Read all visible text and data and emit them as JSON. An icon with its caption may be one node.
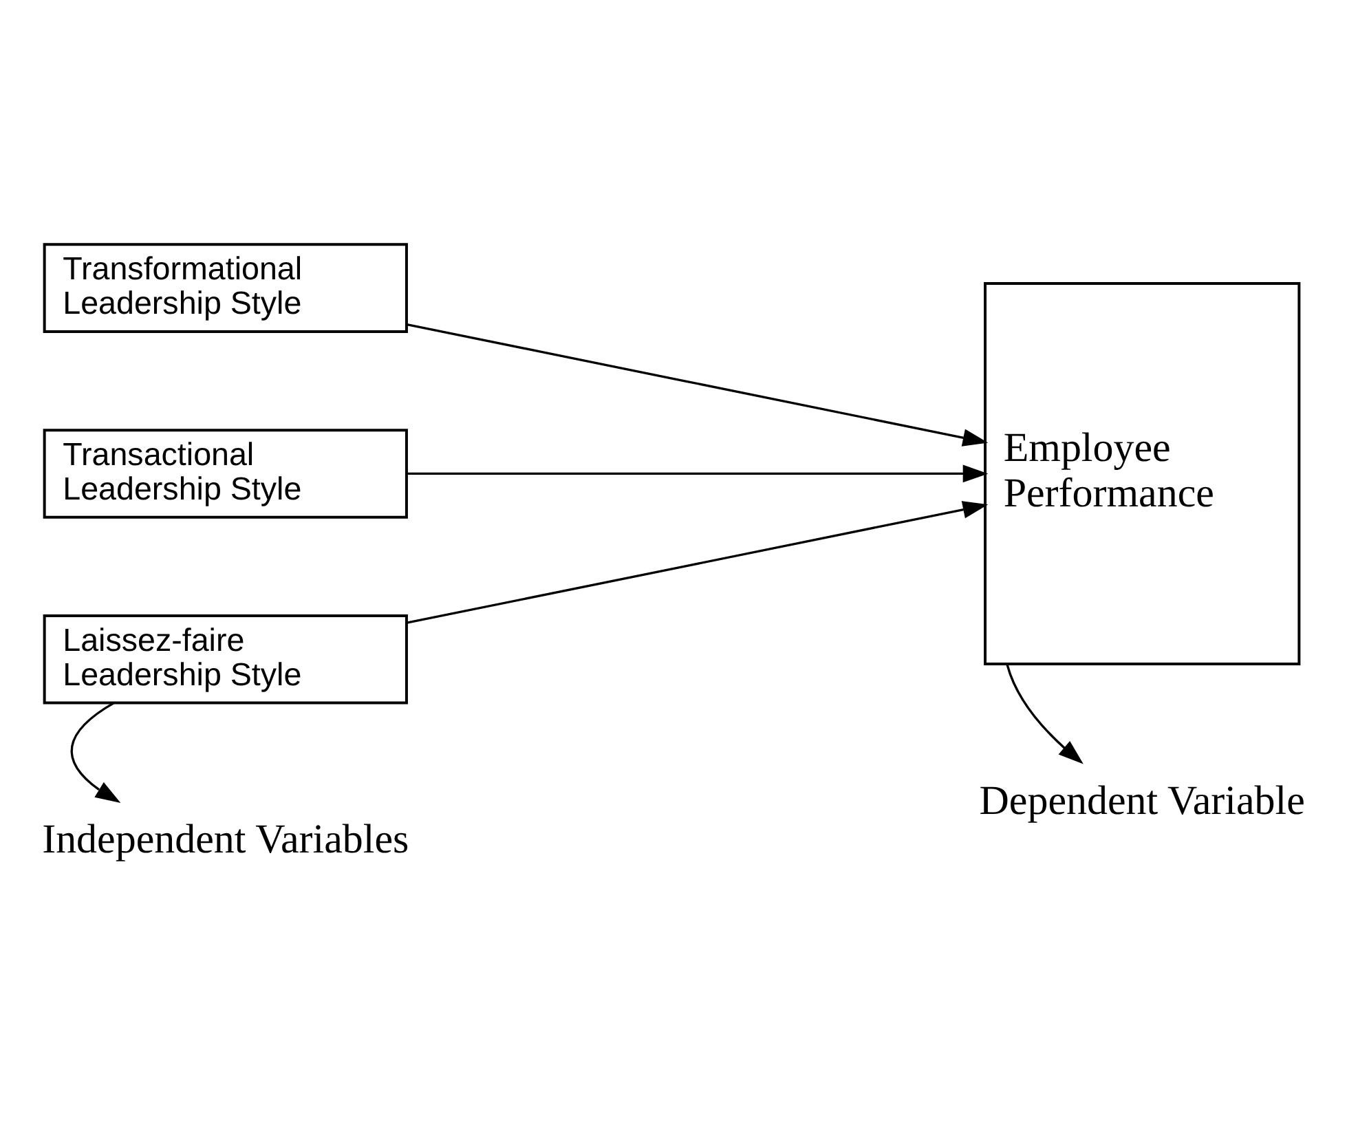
{
  "diagram": {
    "nodes": [
      {
        "text": [
          "Transformational Leadership Style"
        ]
      },
      {
        "text": [
          "Employee Performance"
        ]
      },
      {
        "text": [
          "Transactional Leadership Style"
        ]
      },
      {
        "text": [
          "Laissez-faire Leadership Style"
        ]
      },
      {
        "text": [
          "Independent Variables"
        ]
      },
      {
        "text": [
          "Dependent Variable"
        ]
      }
    ],
    "edges": [
      {
        "from": 0,
        "to": 1,
        "arrow": "to"
      },
      {
        "from": 2,
        "to": 1,
        "arrow": "to"
      },
      {
        "from": 3,
        "to": 1,
        "arrow": "to"
      },
      {
        "from": 3,
        "to": 4,
        "arrow": "to"
      },
      {
        "from": 1,
        "to": 5,
        "arrow": "to"
      }
    ]
  }
}
